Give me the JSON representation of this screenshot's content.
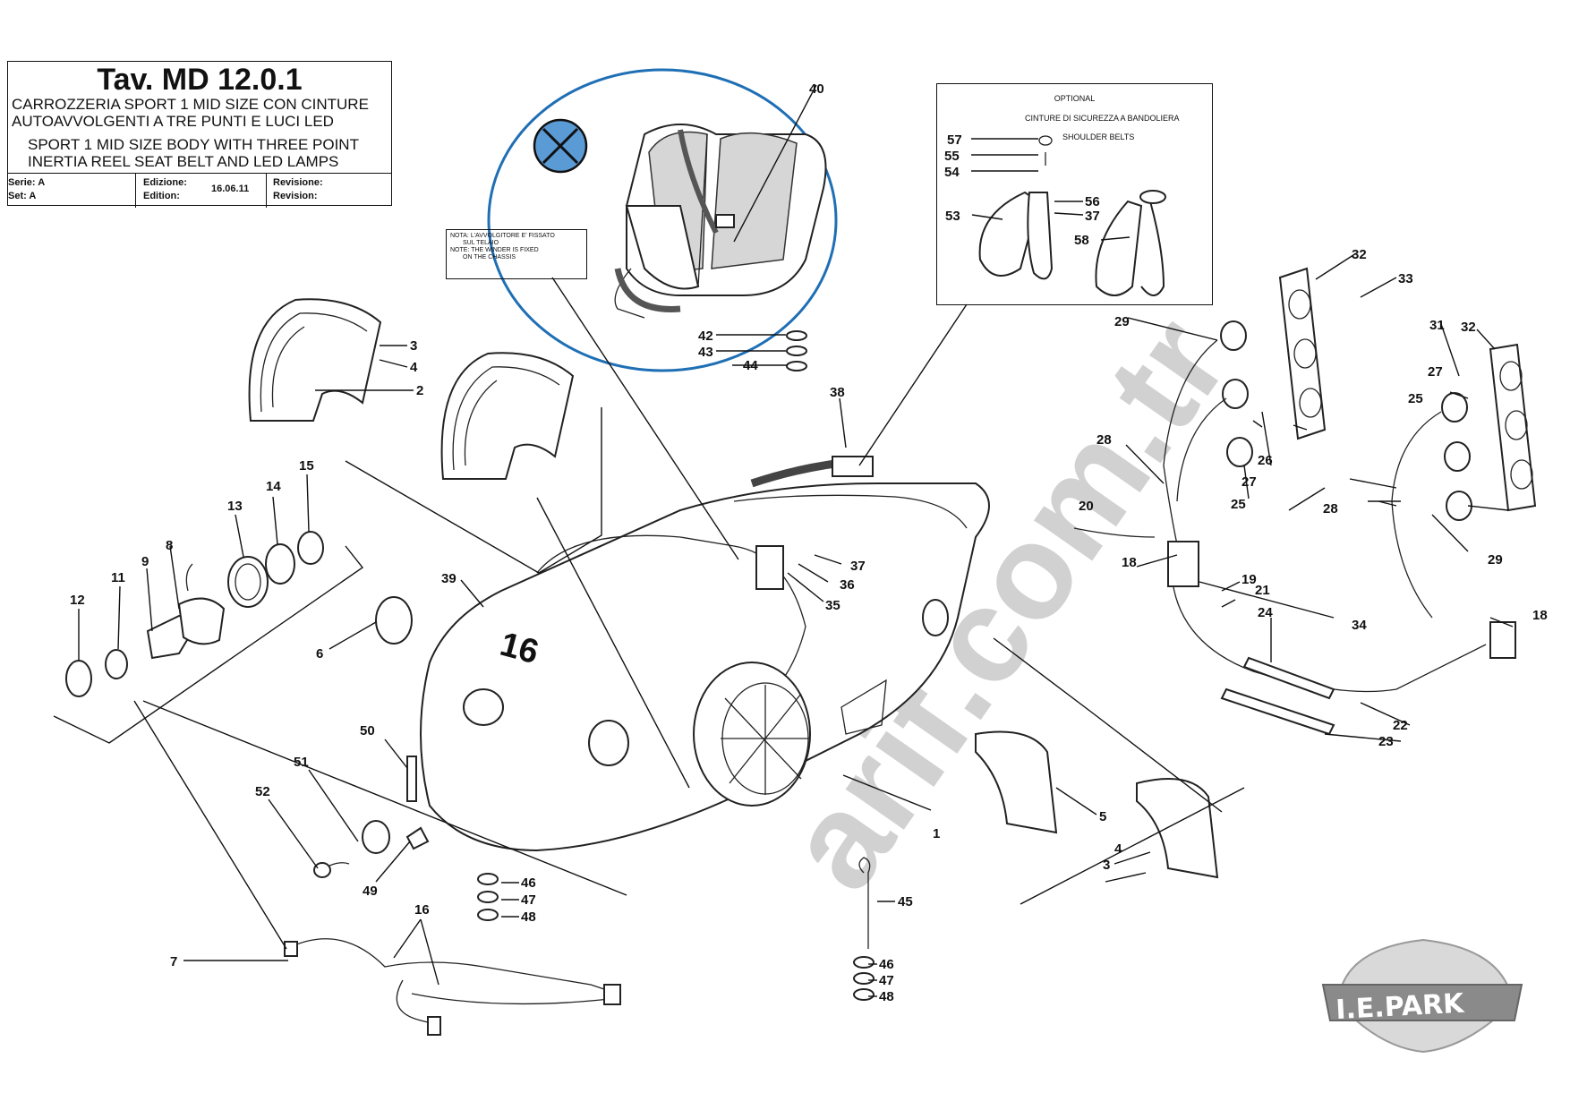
{
  "title_block": {
    "title": "Tav. MD 12.0.1",
    "desc_it_1": "CARROZZERIA SPORT 1 MID SIZE CON CINTURE",
    "desc_it_2": "AUTOAVVOLGENTI A TRE PUNTI E LUCI LED",
    "desc_en_1": "SPORT 1 MID SIZE BODY WITH THREE POINT",
    "desc_en_2": "INERTIA REEL SEAT BELT AND LED LAMPS",
    "serie_label": "Serie: A",
    "set_label": "Set: A",
    "edizione_label": "Edizione:",
    "edition_label": "Edition:",
    "edition_date": "16.06.11",
    "revisione_label": "Revisione:",
    "revision_label": "Revision:"
  },
  "note": {
    "line1": "NOTA: L'AVVOLGITORE E' FISSATO",
    "line2": "SUL TELAIO",
    "line3": "NOTE: THE WINDER IS FIXED",
    "line4": "ON THE CHASSIS"
  },
  "optional_box": {
    "title": "OPTIONAL",
    "it": "CINTURE DI SICUREZZA A BANDOLIERA",
    "en": "SHOULDER BELTS"
  },
  "car_number": "16",
  "logo": {
    "text": "I.E.PARK",
    "color": "#8a8a8a"
  },
  "watermark": "arif.com.tr",
  "accent": {
    "circle_outline": "#1f6fb5",
    "marker_fill": "#5b9bd5"
  },
  "part_labels": [
    "1",
    "2",
    "3",
    "4",
    "5",
    "6",
    "7",
    "8",
    "9",
    "11",
    "12",
    "13",
    "14",
    "15",
    "16",
    "18",
    "19",
    "20",
    "21",
    "22",
    "23",
    "24",
    "25",
    "26",
    "27",
    "28",
    "29",
    "31",
    "32",
    "33",
    "34",
    "35",
    "36",
    "37",
    "38",
    "39",
    "40",
    "42",
    "43",
    "44",
    "45",
    "46",
    "47",
    "48",
    "49",
    "50",
    "51",
    "52",
    "53",
    "54",
    "55",
    "56",
    "57",
    "58"
  ]
}
